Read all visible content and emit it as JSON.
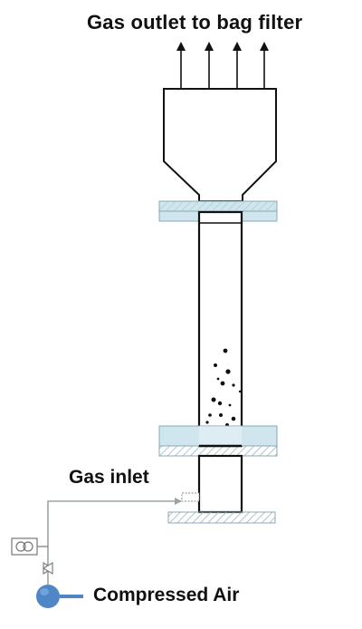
{
  "labels": {
    "outlet": "Gas outlet to bag filter",
    "inlet": "Gas inlet",
    "air": "Compressed Air"
  },
  "colors": {
    "line": "#111111",
    "flange_fill": "#cfe6ee",
    "flange_stroke": "#8aa8b2",
    "hatch": "#9fb6bd",
    "pipe": "#9aa3a7",
    "source": "#4f86c6"
  },
  "icons": {
    "outlet_arrows": "arrow-up-icon",
    "flow_meter": "flowmeter-icon",
    "valve": "valve-icon",
    "air_source": "compressor-icon"
  }
}
